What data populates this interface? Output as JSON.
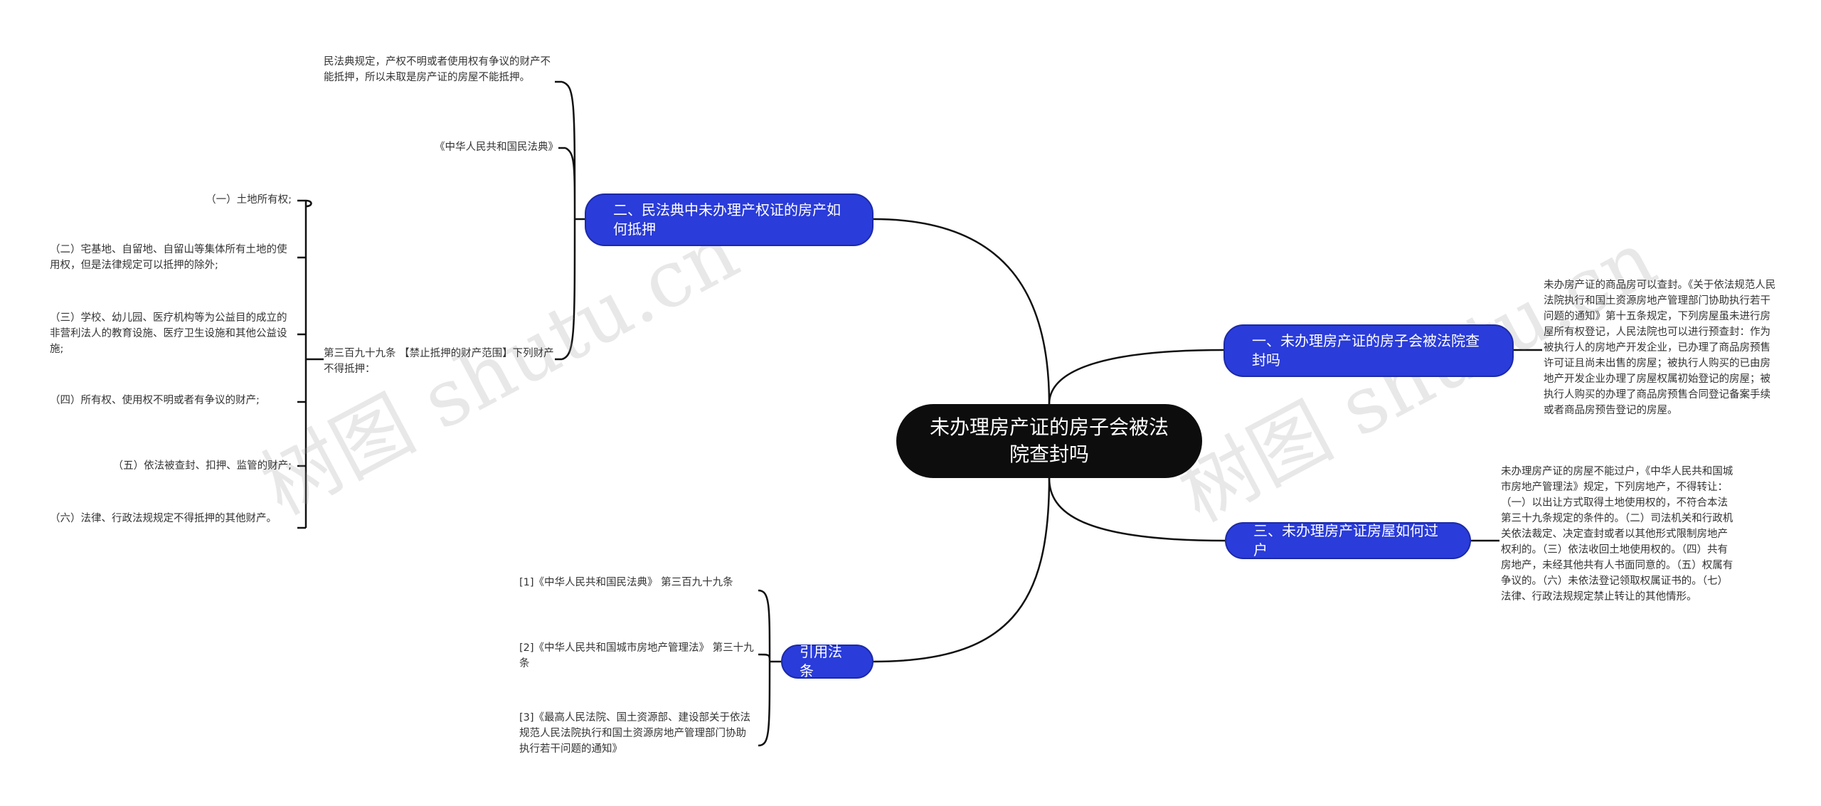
{
  "root": {
    "title": "未办理房产证的房子会被法院查封吗"
  },
  "watermark": {
    "text": "树图 shutu.cn"
  },
  "branches": {
    "b1": {
      "label": "一、未办理房产证的房子会被法院查封吗",
      "detail": "未办房产证的商品房可以查封。《关于依法规范人民法院执行和国土资源房地产管理部门协助执行若干问题的通知》第十五条规定，下列房屋虽未进行房屋所有权登记，人民法院也可以进行预查封：作为被执行人的房地产开发企业，已办理了商品房预售许可证且尚未出售的房屋；被执行人购买的已由房地产开发企业办理了房屋权属初始登记的房屋；被执行人购买的办理了商品房预售合同登记备案手续或者商品房预告登记的房屋。"
    },
    "b2": {
      "label": "二、民法典中未办理产权证的房产如何抵押",
      "items": [
        "民法典规定，产权不明或者使用权有争议的财产不能抵押，所以未取是房产证的房屋不能抵押。",
        "《中华人民共和国民法典》",
        "第三百九十九条 【禁止抵押的财产范围】下列财产不得抵押："
      ],
      "subitems": [
        "（一）土地所有权;",
        "（二）宅基地、自留地、自留山等集体所有土地的使用权，但是法律规定可以抵押的除外;",
        "（三）学校、幼儿园、医疗机构等为公益目的成立的非营利法人的教育设施、医疗卫生设施和其他公益设施;",
        "（四）所有权、使用权不明或者有争议的财产;",
        "（五）依法被查封、扣押、监管的财产;",
        "（六）法律、行政法规规定不得抵押的其他财产。"
      ]
    },
    "b3": {
      "label": "三、未办理房产证房屋如何过户",
      "detail": "未办理房产证的房屋不能过户，《中华人民共和国城市房地产管理法》规定，下列房地产，不得转让：（一）以出让方式取得土地使用权的，不符合本法第三十九条规定的条件的。（二）司法机关和行政机关依法裁定、决定查封或者以其他形式限制房地产权利的。（三）依法收回土地使用权的。（四）共有房地产，未经其他共有人书面同意的。（五）权属有争议的。（六）未依法登记领取权属证书的。（七）法律、行政法规规定禁止转让的其他情形。"
    },
    "b4": {
      "label": "引用法条",
      "refs": [
        "[1]《中华人民共和国民法典》 第三百九十九条",
        "[2]《中华人民共和国城市房地产管理法》 第三十九条",
        "[3]《最高人民法院、国土资源部、建设部关于依法规范人民法院执行和国土资源房地产管理部门协助执行若干问题的通知》"
      ]
    }
  }
}
